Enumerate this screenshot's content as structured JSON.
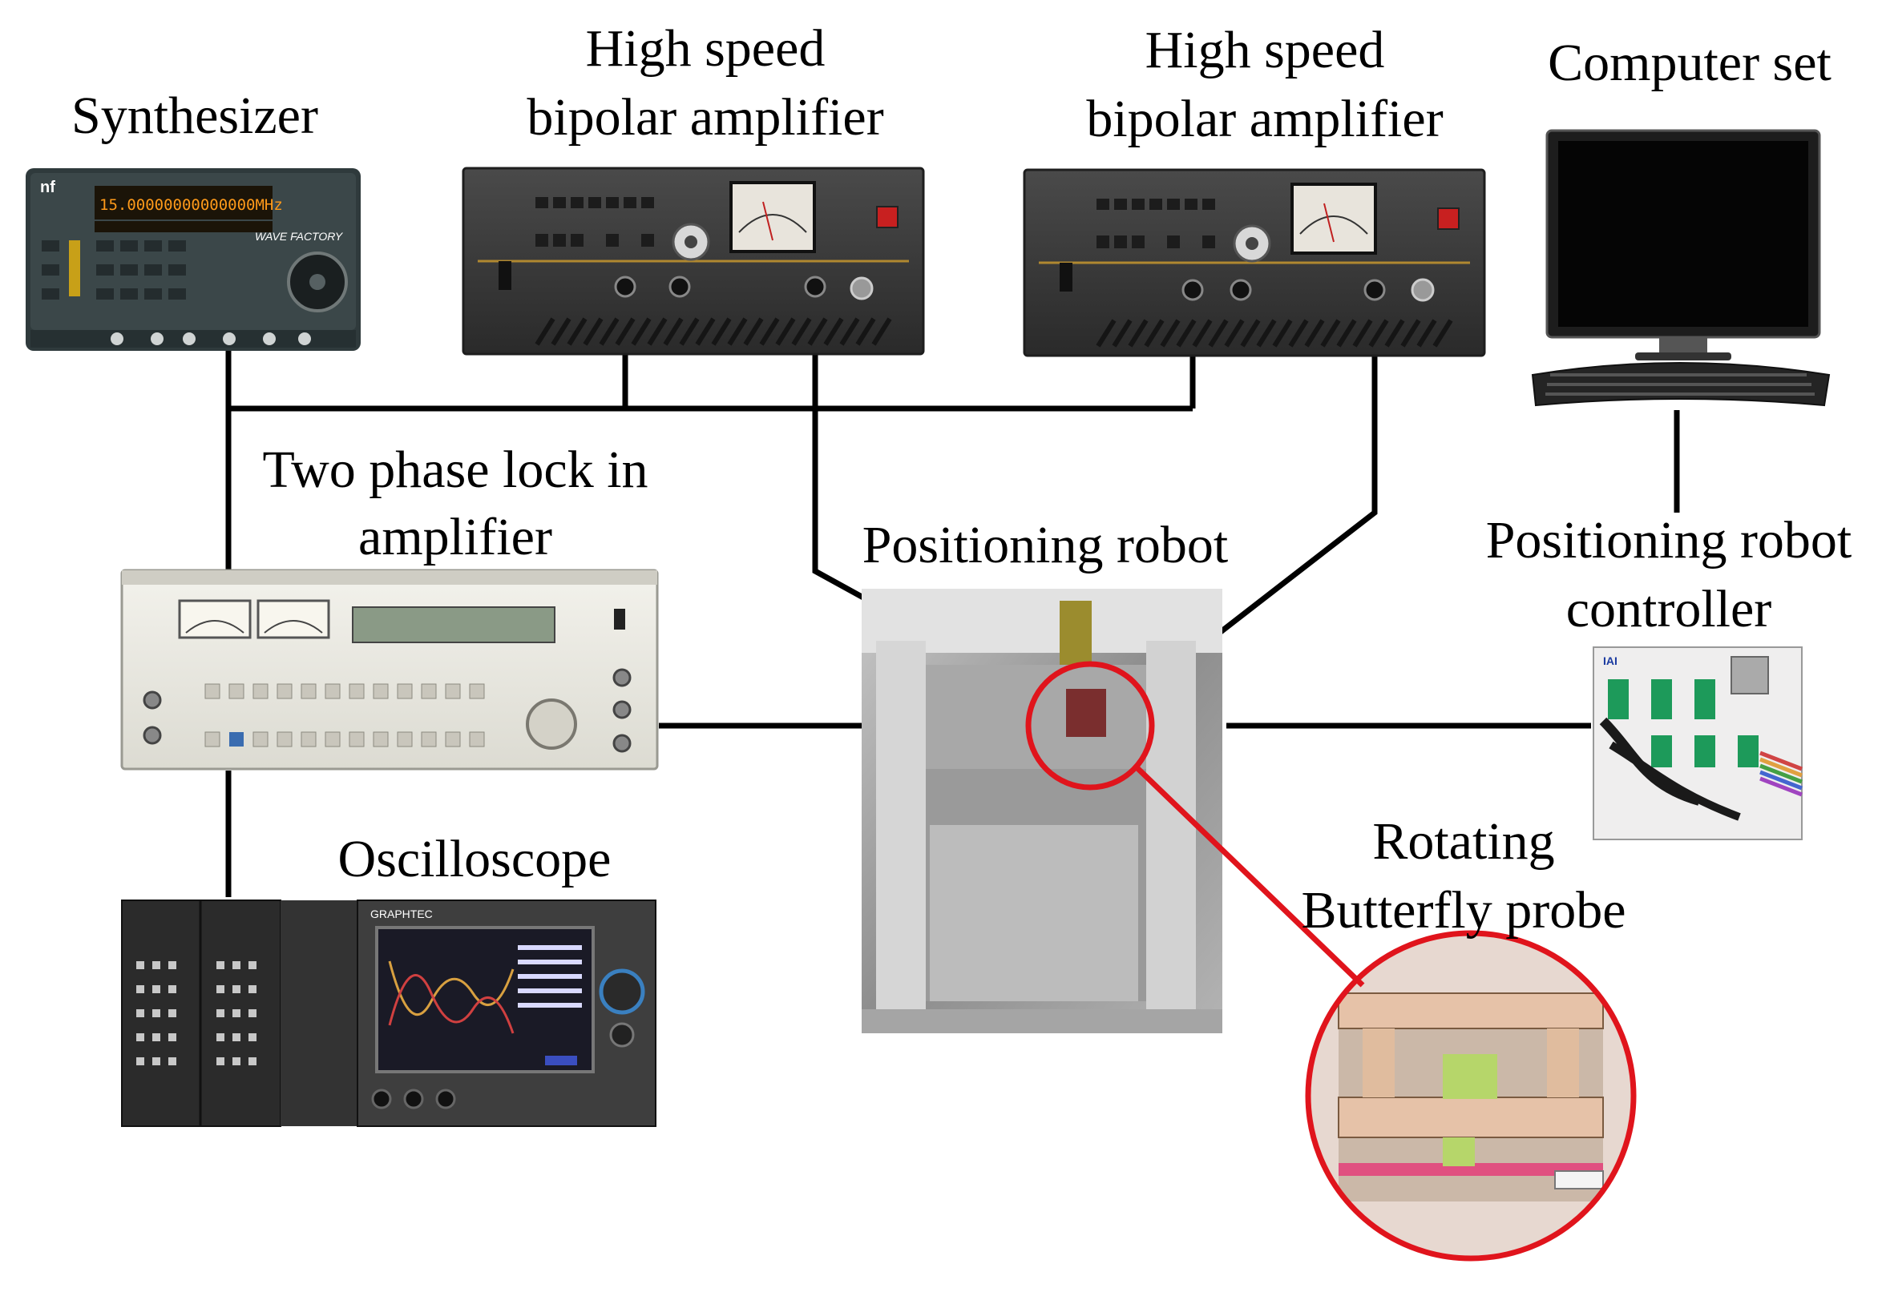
{
  "labels": {
    "synthesizer": "Synthesizer",
    "amp1": [
      "High speed",
      "bipolar amplifier"
    ],
    "amp2": [
      "High speed",
      "bipolar amplifier"
    ],
    "computer": "Computer set",
    "lockin": [
      "Two phase lock in",
      "amplifier"
    ],
    "robot": "Positioning robot",
    "controller": [
      "Positioning robot",
      "controller"
    ],
    "oscilloscope": "Oscilloscope",
    "probe": [
      "Rotating",
      "Butterfly probe"
    ]
  },
  "devices": {
    "synth_display": "15.00000000000000MHz",
    "synth_brand": "WAVE FACTORY",
    "synth_logo": "nf",
    "controller_logo": "IAI",
    "osc_brand": "GRAPHTEC"
  },
  "colors": {
    "wire": "#000000",
    "highlight": "#e0141c",
    "synth_display": "#ff9a1a",
    "amp_body": "#3a3a3a",
    "lockin_body": "#ecebe4"
  }
}
